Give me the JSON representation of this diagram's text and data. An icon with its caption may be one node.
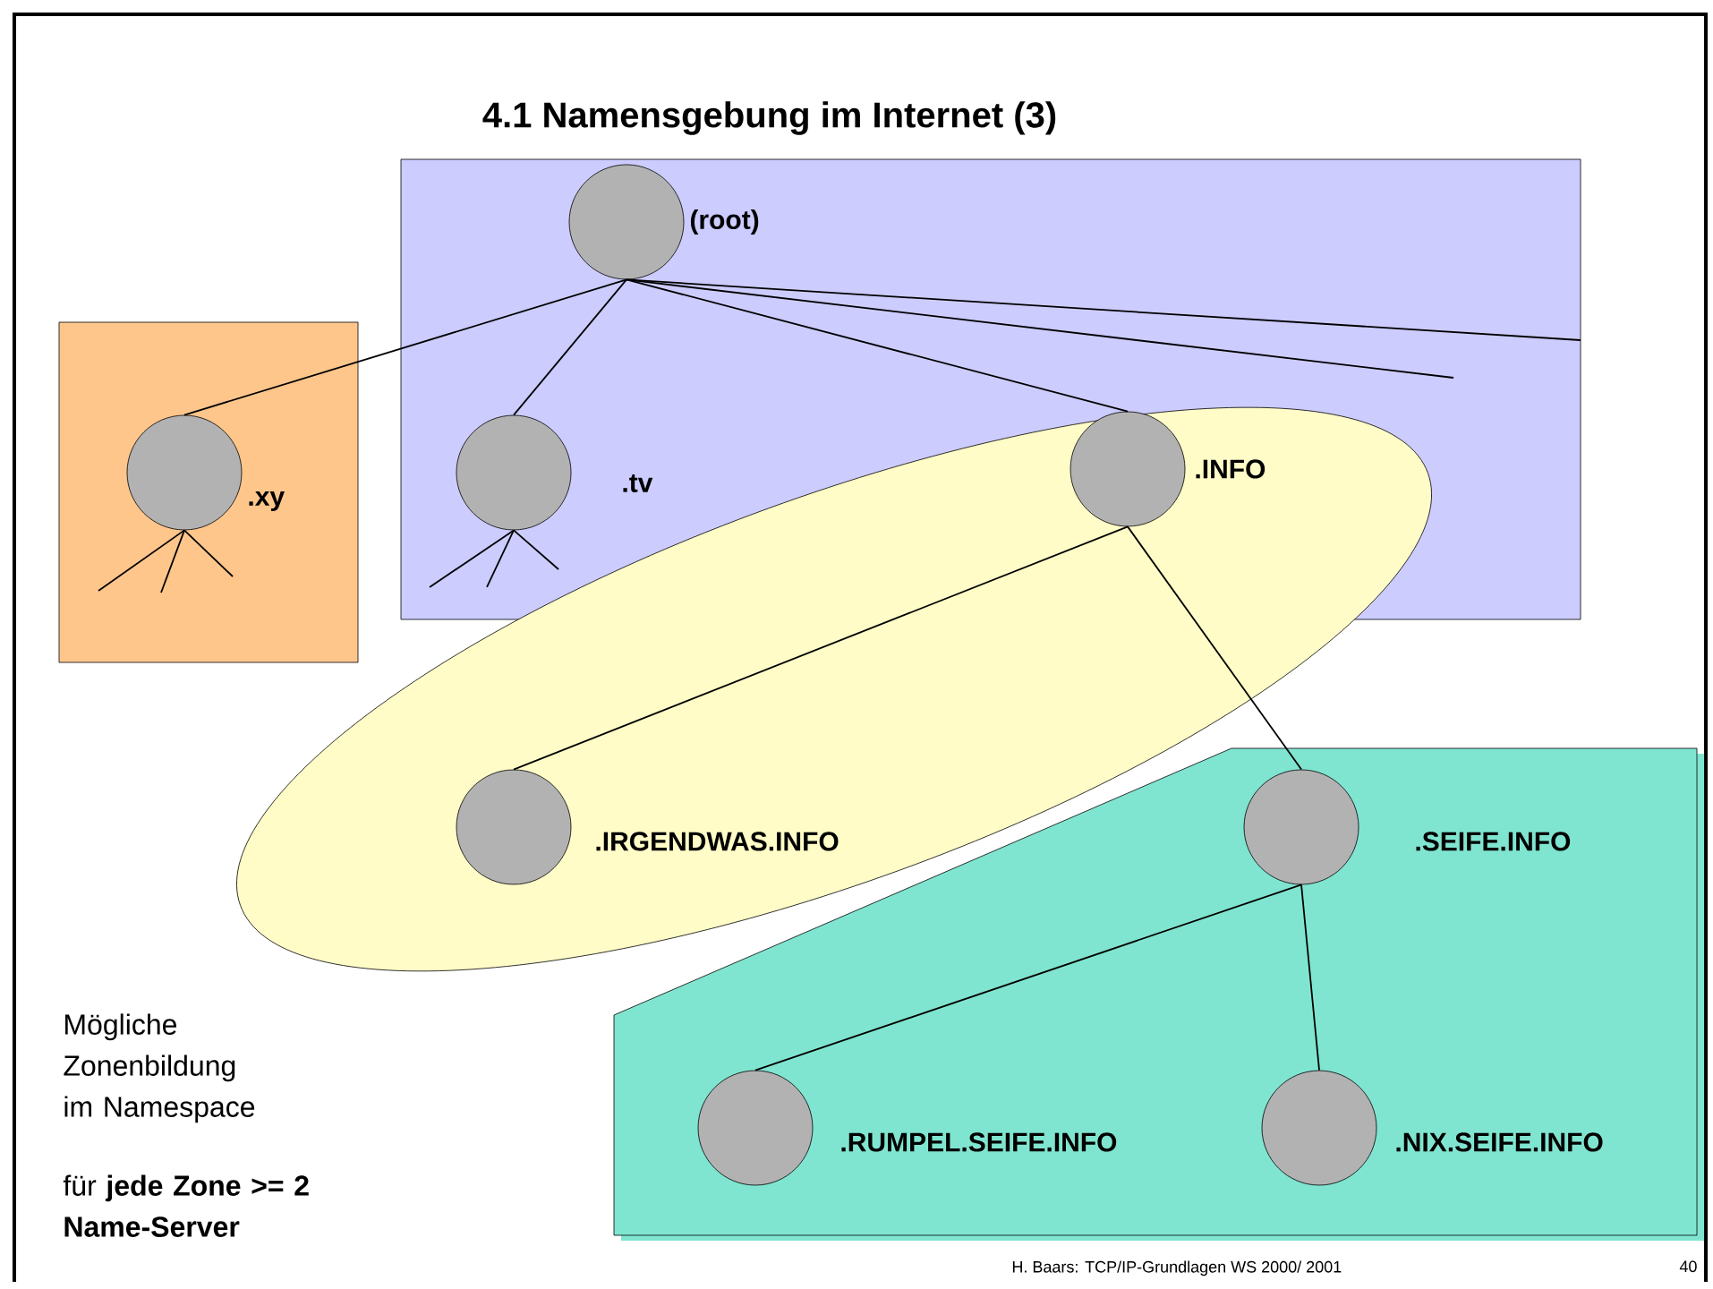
{
  "diagram": {
    "title": "4.1 Namensgebung im Internet (3)",
    "nodes": [
      {
        "text": [],
        "shape": "box"
      },
      {
        "text": [],
        "shape": "circle",
        "beside": [
          "(root)"
        ],
        "in": 0
      },
      {
        "text": [],
        "shape": "box"
      },
      {
        "text": [],
        "shape": "circle",
        "beside": [
          ".xy"
        ],
        "in": 2
      },
      {
        "text": [],
        "shape": "circle",
        "beside": [
          ".tv"
        ],
        "in": 0
      },
      {
        "text": [],
        "shape": "circle",
        "beside": [
          ".INFO"
        ]
      },
      {
        "text": [],
        "shape": "ellipse"
      },
      {
        "text": [],
        "shape": "circle",
        "beside": [
          ".IRGENDWAS.INFO"
        ],
        "in": 6
      },
      {
        "text": [],
        "shape": "polygon"
      },
      {
        "text": [],
        "shape": "circle",
        "beside": [
          ".SEIFE.INFO"
        ],
        "in": 8
      },
      {
        "text": [],
        "shape": "circle",
        "beside": [
          ".RUMPEL.SEIFE.INFO"
        ],
        "in": 8
      },
      {
        "text": [],
        "shape": "circle",
        "beside": [
          ".NIX.SEIFE.INFO"
        ],
        "in": 8
      }
    ],
    "edges": [
      {
        "from": 1,
        "to": 3,
        "arrow": "none"
      },
      {
        "from": 1,
        "to": 4,
        "arrow": "none"
      },
      {
        "from": 1,
        "to": 5,
        "arrow": "none"
      },
      {
        "from": 1,
        "to": null,
        "arrow": "none"
      },
      {
        "from": 1,
        "to": null,
        "arrow": "none"
      },
      {
        "from": 5,
        "to": 7,
        "arrow": "none"
      },
      {
        "from": 5,
        "to": 9,
        "arrow": "none"
      },
      {
        "from": 9,
        "to": 10,
        "arrow": "none"
      },
      {
        "from": 9,
        "to": 11,
        "arrow": "none"
      },
      {
        "from": 3,
        "to": null,
        "arrow": "none"
      },
      {
        "from": 3,
        "to": null,
        "arrow": "none"
      },
      {
        "from": 3,
        "to": null,
        "arrow": "none"
      },
      {
        "from": 4,
        "to": null,
        "arrow": "none"
      },
      {
        "from": 4,
        "to": null,
        "arrow": "none"
      },
      {
        "from": 4,
        "to": null,
        "arrow": "none"
      }
    ],
    "labels": [
      "Mögliche Zonenbildung im Namespace",
      "für **jede Zone >= 2 Name-Server**",
      "H. Baars: TCP/IP-Grundlagen WS 2000/ 2001",
      "40"
    ]
  }
}
